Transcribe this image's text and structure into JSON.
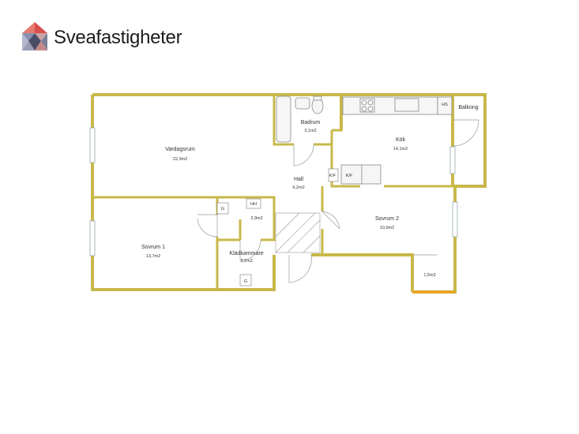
{
  "brand": {
    "name": "Sveafastigheter",
    "logo_icon": "house-diamond-logo",
    "logo_colors": [
      "#d94e4e",
      "#8a8fb0",
      "#4a4d66",
      "#c9a3a6"
    ]
  },
  "plan": {
    "wall_color": "#c8b84a",
    "rooms": [
      {
        "id": "vardagsrum",
        "name": "Vardagsrum",
        "area": "22,3m2"
      },
      {
        "id": "badrum",
        "name": "Badrum",
        "area": "3,1m2"
      },
      {
        "id": "kok",
        "name": "Kök",
        "area": "14,1m2"
      },
      {
        "id": "balkong",
        "name": "Balkong",
        "area": ""
      },
      {
        "id": "hall",
        "name": "Hall",
        "area": "6,2m2"
      },
      {
        "id": "sovrum1",
        "name": "Sovrum 1",
        "area": "13,7m2"
      },
      {
        "id": "sovrum2",
        "name": "Sovrum 2",
        "area": "10,9m2"
      },
      {
        "id": "kladkammare",
        "name": "Klädkammare",
        "area": "3,2m2"
      },
      {
        "id": "closet",
        "name": "",
        "area": "2,9m2"
      },
      {
        "id": "storage",
        "name": "",
        "area": "1,5m2"
      }
    ],
    "fixtures": {
      "hs": "HS",
      "kf1": "K/F",
      "kf2": "K/F",
      "hh": "HH",
      "g1": "G",
      "g2": "G"
    }
  }
}
